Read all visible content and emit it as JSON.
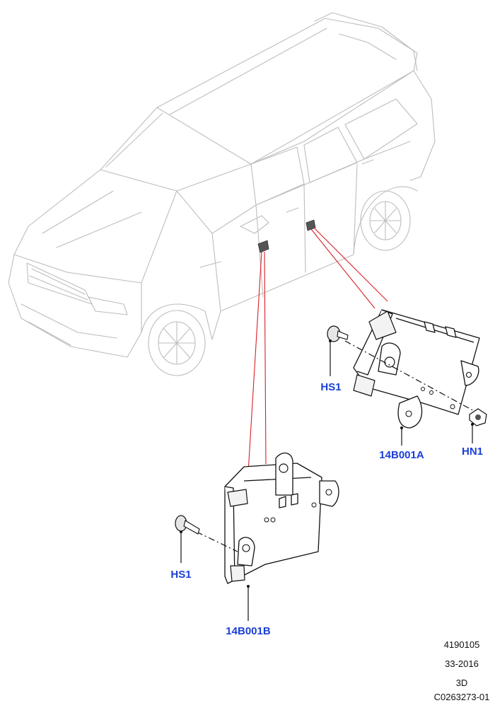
{
  "callouts": {
    "hs1_upper": "HS1",
    "module_a": "14B001A",
    "hn1": "HN1",
    "hs1_lower": "HS1",
    "module_b": "14B001B"
  },
  "footer": {
    "line1": "4190105",
    "line2": "33-2016",
    "line3": "3D",
    "line4": "C0263273-01"
  },
  "colors": {
    "callout_text": "#1a3fd6",
    "location_lines": "#d81f26",
    "vehicle_outline": "#bdbdbd",
    "part_outline": "#111111"
  }
}
